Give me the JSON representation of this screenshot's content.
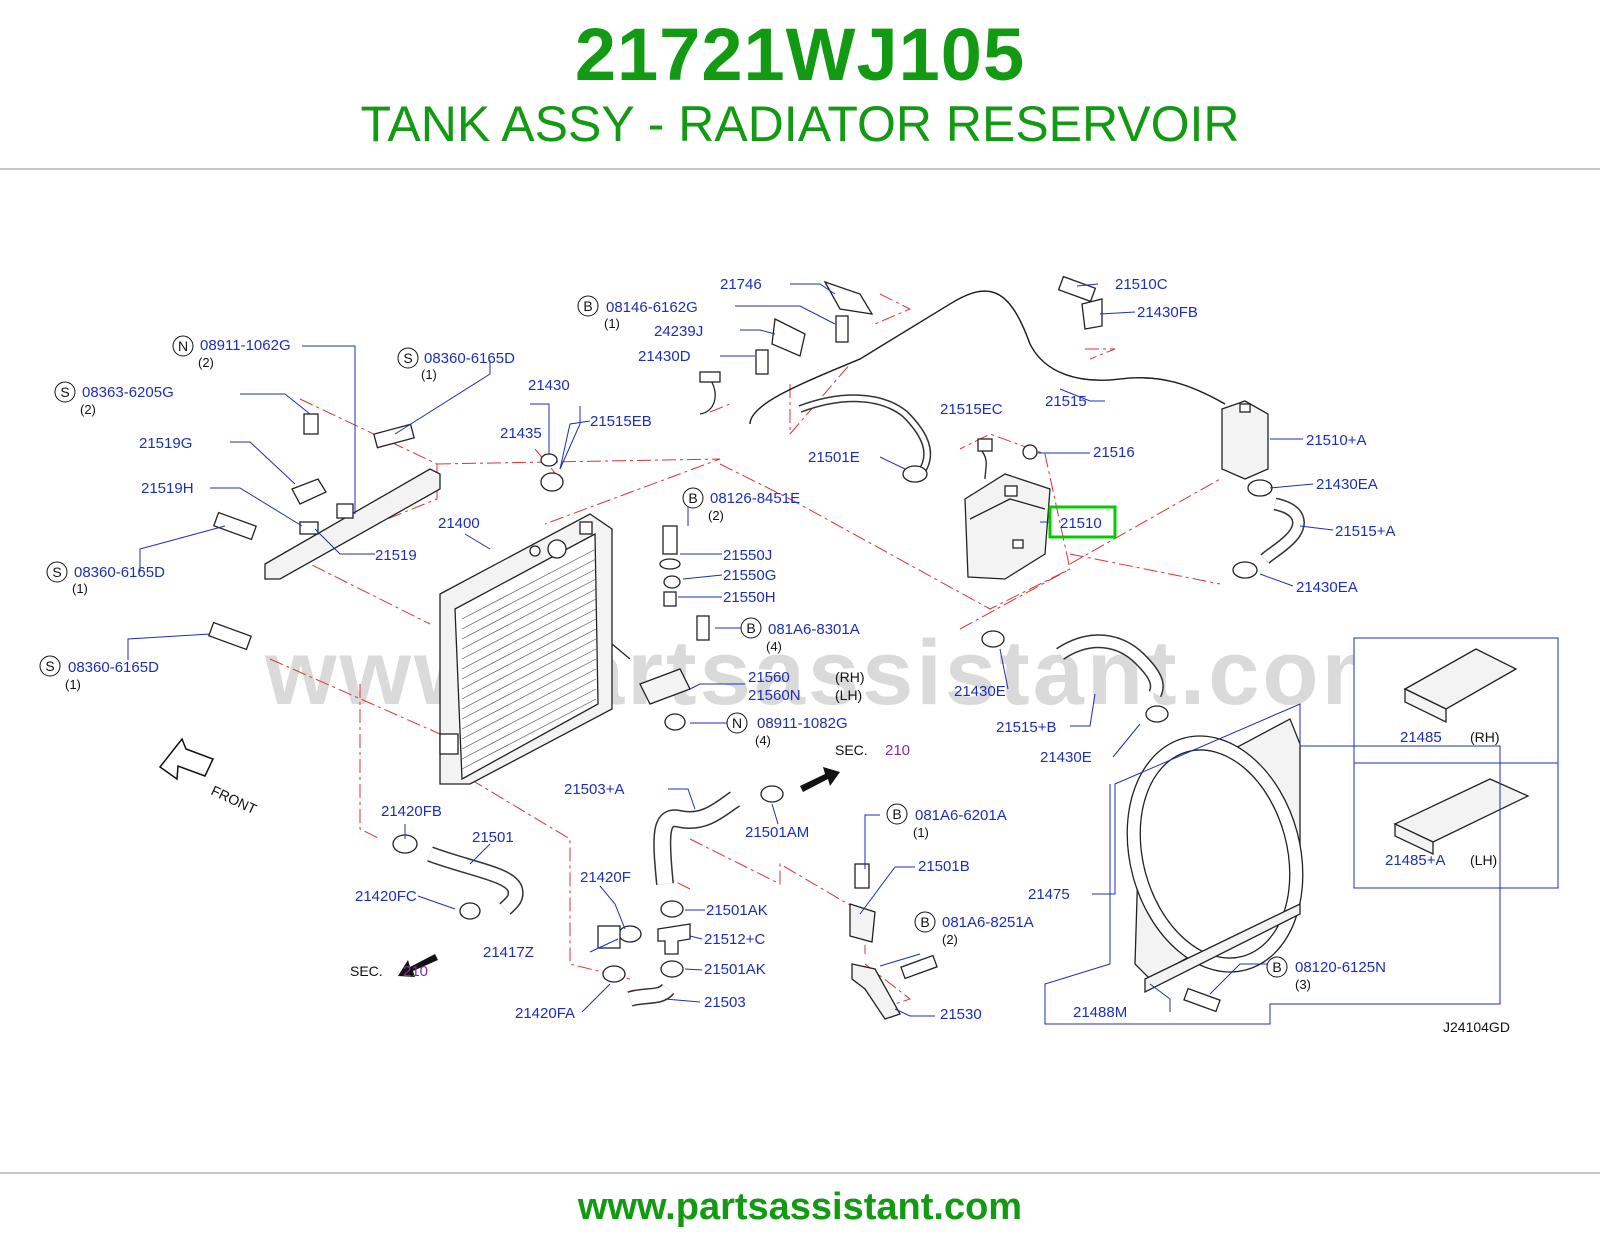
{
  "header": {
    "part_number": "21721WJ105",
    "part_name": "TANK ASSY - RADIATOR RESERVOIR"
  },
  "diagram": {
    "watermark": "www.partsassistant.com",
    "diagram_code": "J24104GD",
    "front_label": "FRONT",
    "highlight_color": "#00cc00",
    "label_color": "#1c2fb8",
    "dash_color": "#dd3333",
    "labels": {
      "p21746": "21746",
      "p21510c": "21510C",
      "p08146": "08146-6162G",
      "p08146q": "(1)",
      "p24239j": "24239J",
      "p21430fb": "21430FB",
      "p21430d": "21430D",
      "p08911a": "08911-1062G",
      "p08911aq": "(2)",
      "p08360a": "08360-6165D",
      "p08360aq": "(1)",
      "p08363": "08363-6205G",
      "p08363q": "(2)",
      "p21430": "21430",
      "p21515": "21515",
      "p21515eb": "21515EB",
      "p21435": "21435",
      "p21515ec": "21515EC",
      "p21510a": "21510+A",
      "p21519g": "21519G",
      "p21501e": "21501E",
      "p21516": "21516",
      "p21519h": "21519H",
      "p08126": "08126-8451E",
      "p08126q": "(2)",
      "p21430ea1": "21430EA",
      "p21510": "21510",
      "p21515a": "21515+A",
      "p21400": "21400",
      "p21519": "21519",
      "p21550j": "21550J",
      "p08360b": "08360-6165D",
      "p08360bq": "(1)",
      "p21550g": "21550G",
      "p21430ea2": "21430EA",
      "p21550h": "21550H",
      "p081a6_8301": "081A6-8301A",
      "p081a6_8301q": "(4)",
      "p08360c": "08360-6165D",
      "p08360cq": "(1)",
      "p21560": "21560",
      "p21560rh": "(RH)",
      "p21560n": "21560N",
      "p21560lh": "(LH)",
      "p21430e1": "21430E",
      "p08911b": "08911-1082G",
      "p08911bq": "(4)",
      "p21515b": "21515+B",
      "p21485": "21485",
      "p21485rh": "(RH)",
      "p21430e2": "21430E",
      "sec1": "SEC.",
      "sec1num": "210",
      "p21503a": "21503+A",
      "p21420fb": "21420FB",
      "p21501am": "21501AM",
      "p081a6_6201": "081A6-6201A",
      "p081a6_6201q": "(1)",
      "p21501": "21501",
      "p21501b": "21501B",
      "p21485a": "21485+A",
      "p21485alh": "(LH)",
      "p21420f": "21420F",
      "p21475": "21475",
      "p21420fc": "21420FC",
      "p21501ak1": "21501AK",
      "p081a6_8251": "081A6-8251A",
      "p081a6_8251q": "(2)",
      "p21512c": "21512+C",
      "p21417z": "21417Z",
      "sec2": "SEC.",
      "sec2num": "210",
      "p21501ak2": "21501AK",
      "p08120": "08120-6125N",
      "p08120q": "(3)",
      "p21503": "21503",
      "p21420fa": "21420FA",
      "p21530": "21530",
      "p21488m": "21488M"
    },
    "circle_letters": {
      "b_08146": "B",
      "n_08911a": "N",
      "s_08360a": "S",
      "s_08363": "S",
      "b_08126": "B",
      "s_08360b": "S",
      "b_081a6_8301": "B",
      "s_08360c": "S",
      "n_08911b": "N",
      "b_081a6_6201": "B",
      "b_081a6_8251": "B",
      "b_08120": "B"
    }
  },
  "footer": {
    "url": "www.partsassistant.com"
  }
}
